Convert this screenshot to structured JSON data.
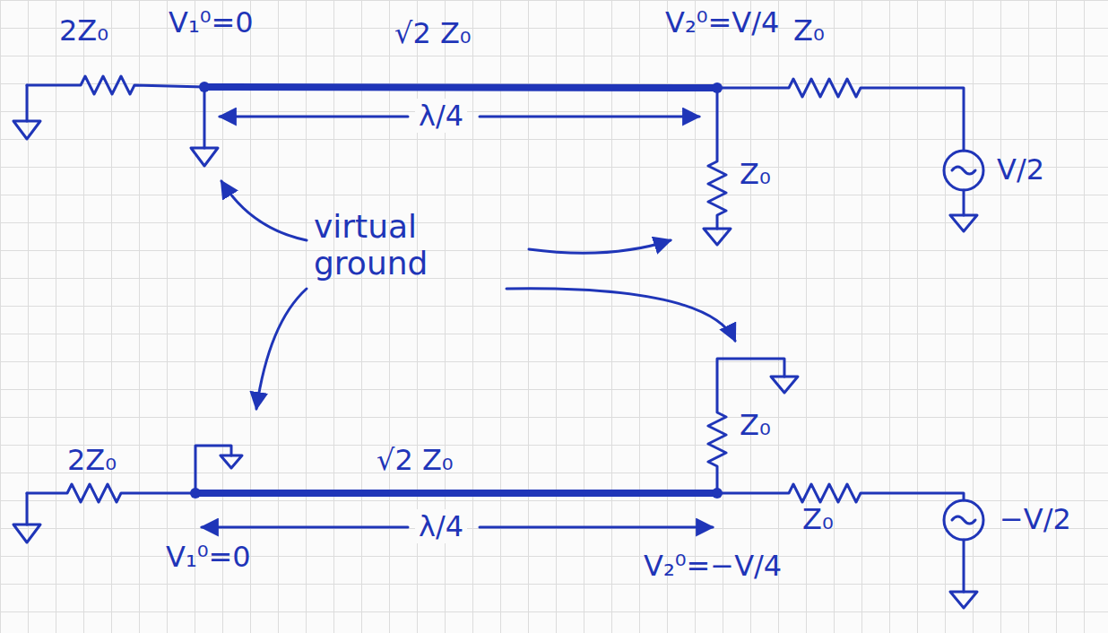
{
  "diagram": {
    "labels": [
      "2Z₀",
      "V₁⁰=0",
      "√2 Z₀",
      "V₂⁰=V/4",
      "Z₀",
      "λ/4",
      "Z₀",
      "V/2",
      "virtual ground",
      "2Z₀",
      "√2 Z₀",
      "Z₀",
      "λ/4",
      "V₁⁰=0",
      "Z₀",
      "V₂⁰=−V/4",
      "−V/2"
    ]
  }
}
